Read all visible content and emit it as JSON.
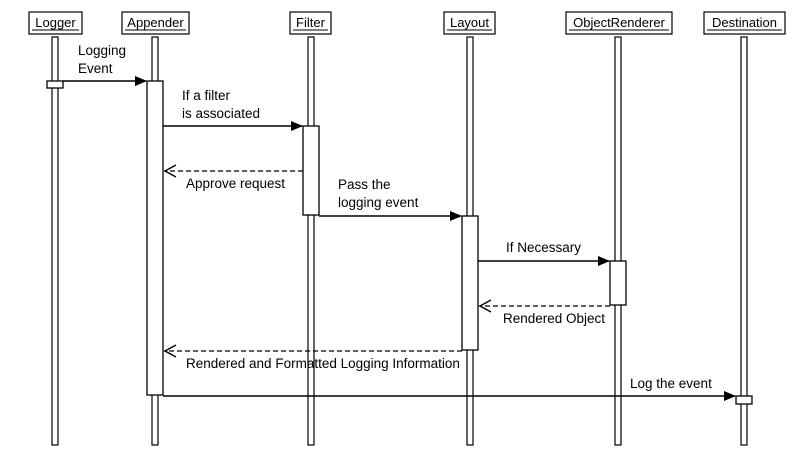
{
  "participants": [
    {
      "id": "logger",
      "label": "Logger"
    },
    {
      "id": "appender",
      "label": "Appender"
    },
    {
      "id": "filter",
      "label": "Filter"
    },
    {
      "id": "layout",
      "label": "Layout"
    },
    {
      "id": "renderer",
      "label": "ObjectRenderer"
    },
    {
      "id": "destination",
      "label": "Destination"
    }
  ],
  "messages": [
    {
      "from": "logger",
      "to": "appender",
      "style": "solid",
      "lines": [
        "Logging",
        "Event"
      ]
    },
    {
      "from": "appender",
      "to": "filter",
      "style": "solid",
      "lines": [
        "If a filter",
        "is associated"
      ]
    },
    {
      "from": "filter",
      "to": "appender",
      "style": "dashed",
      "lines": [
        "Approve request"
      ]
    },
    {
      "from": "filter",
      "to": "layout",
      "style": "solid",
      "lines": [
        "Pass the",
        "logging event"
      ]
    },
    {
      "from": "layout",
      "to": "renderer",
      "style": "solid",
      "lines": [
        "If Necessary"
      ]
    },
    {
      "from": "renderer",
      "to": "layout",
      "style": "dashed",
      "lines": [
        "Rendered Object"
      ]
    },
    {
      "from": "layout",
      "to": "appender",
      "style": "dashed",
      "lines": [
        "Rendered and Formatted Logging Information"
      ]
    },
    {
      "from": "appender",
      "to": "destination",
      "style": "solid",
      "lines": [
        "Log the event"
      ]
    }
  ]
}
